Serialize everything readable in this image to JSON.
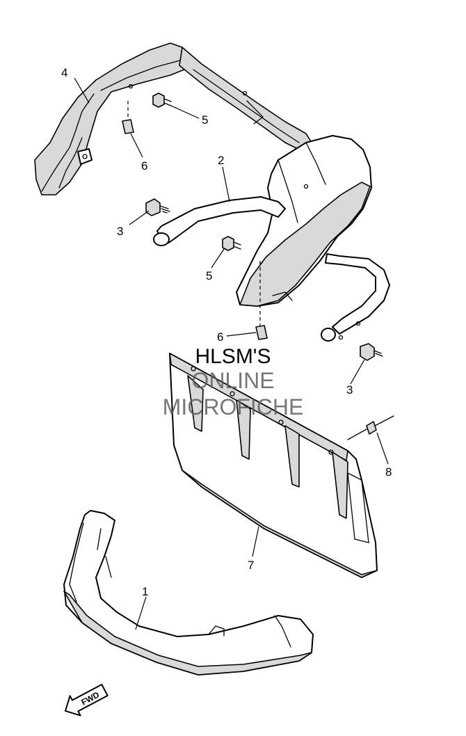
{
  "callouts": {
    "c1": "1",
    "c2": "2",
    "c3a": "3",
    "c3b": "3",
    "c4": "4",
    "c5a": "5",
    "c5b": "5",
    "c6a": "6",
    "c6b": "6",
    "c7": "7",
    "c8": "8"
  },
  "watermark": {
    "line1": "HLSM'S",
    "line2": "ONLINE",
    "line3": "MICROFICHE"
  },
  "direction_arrow": {
    "label": "FWD"
  }
}
